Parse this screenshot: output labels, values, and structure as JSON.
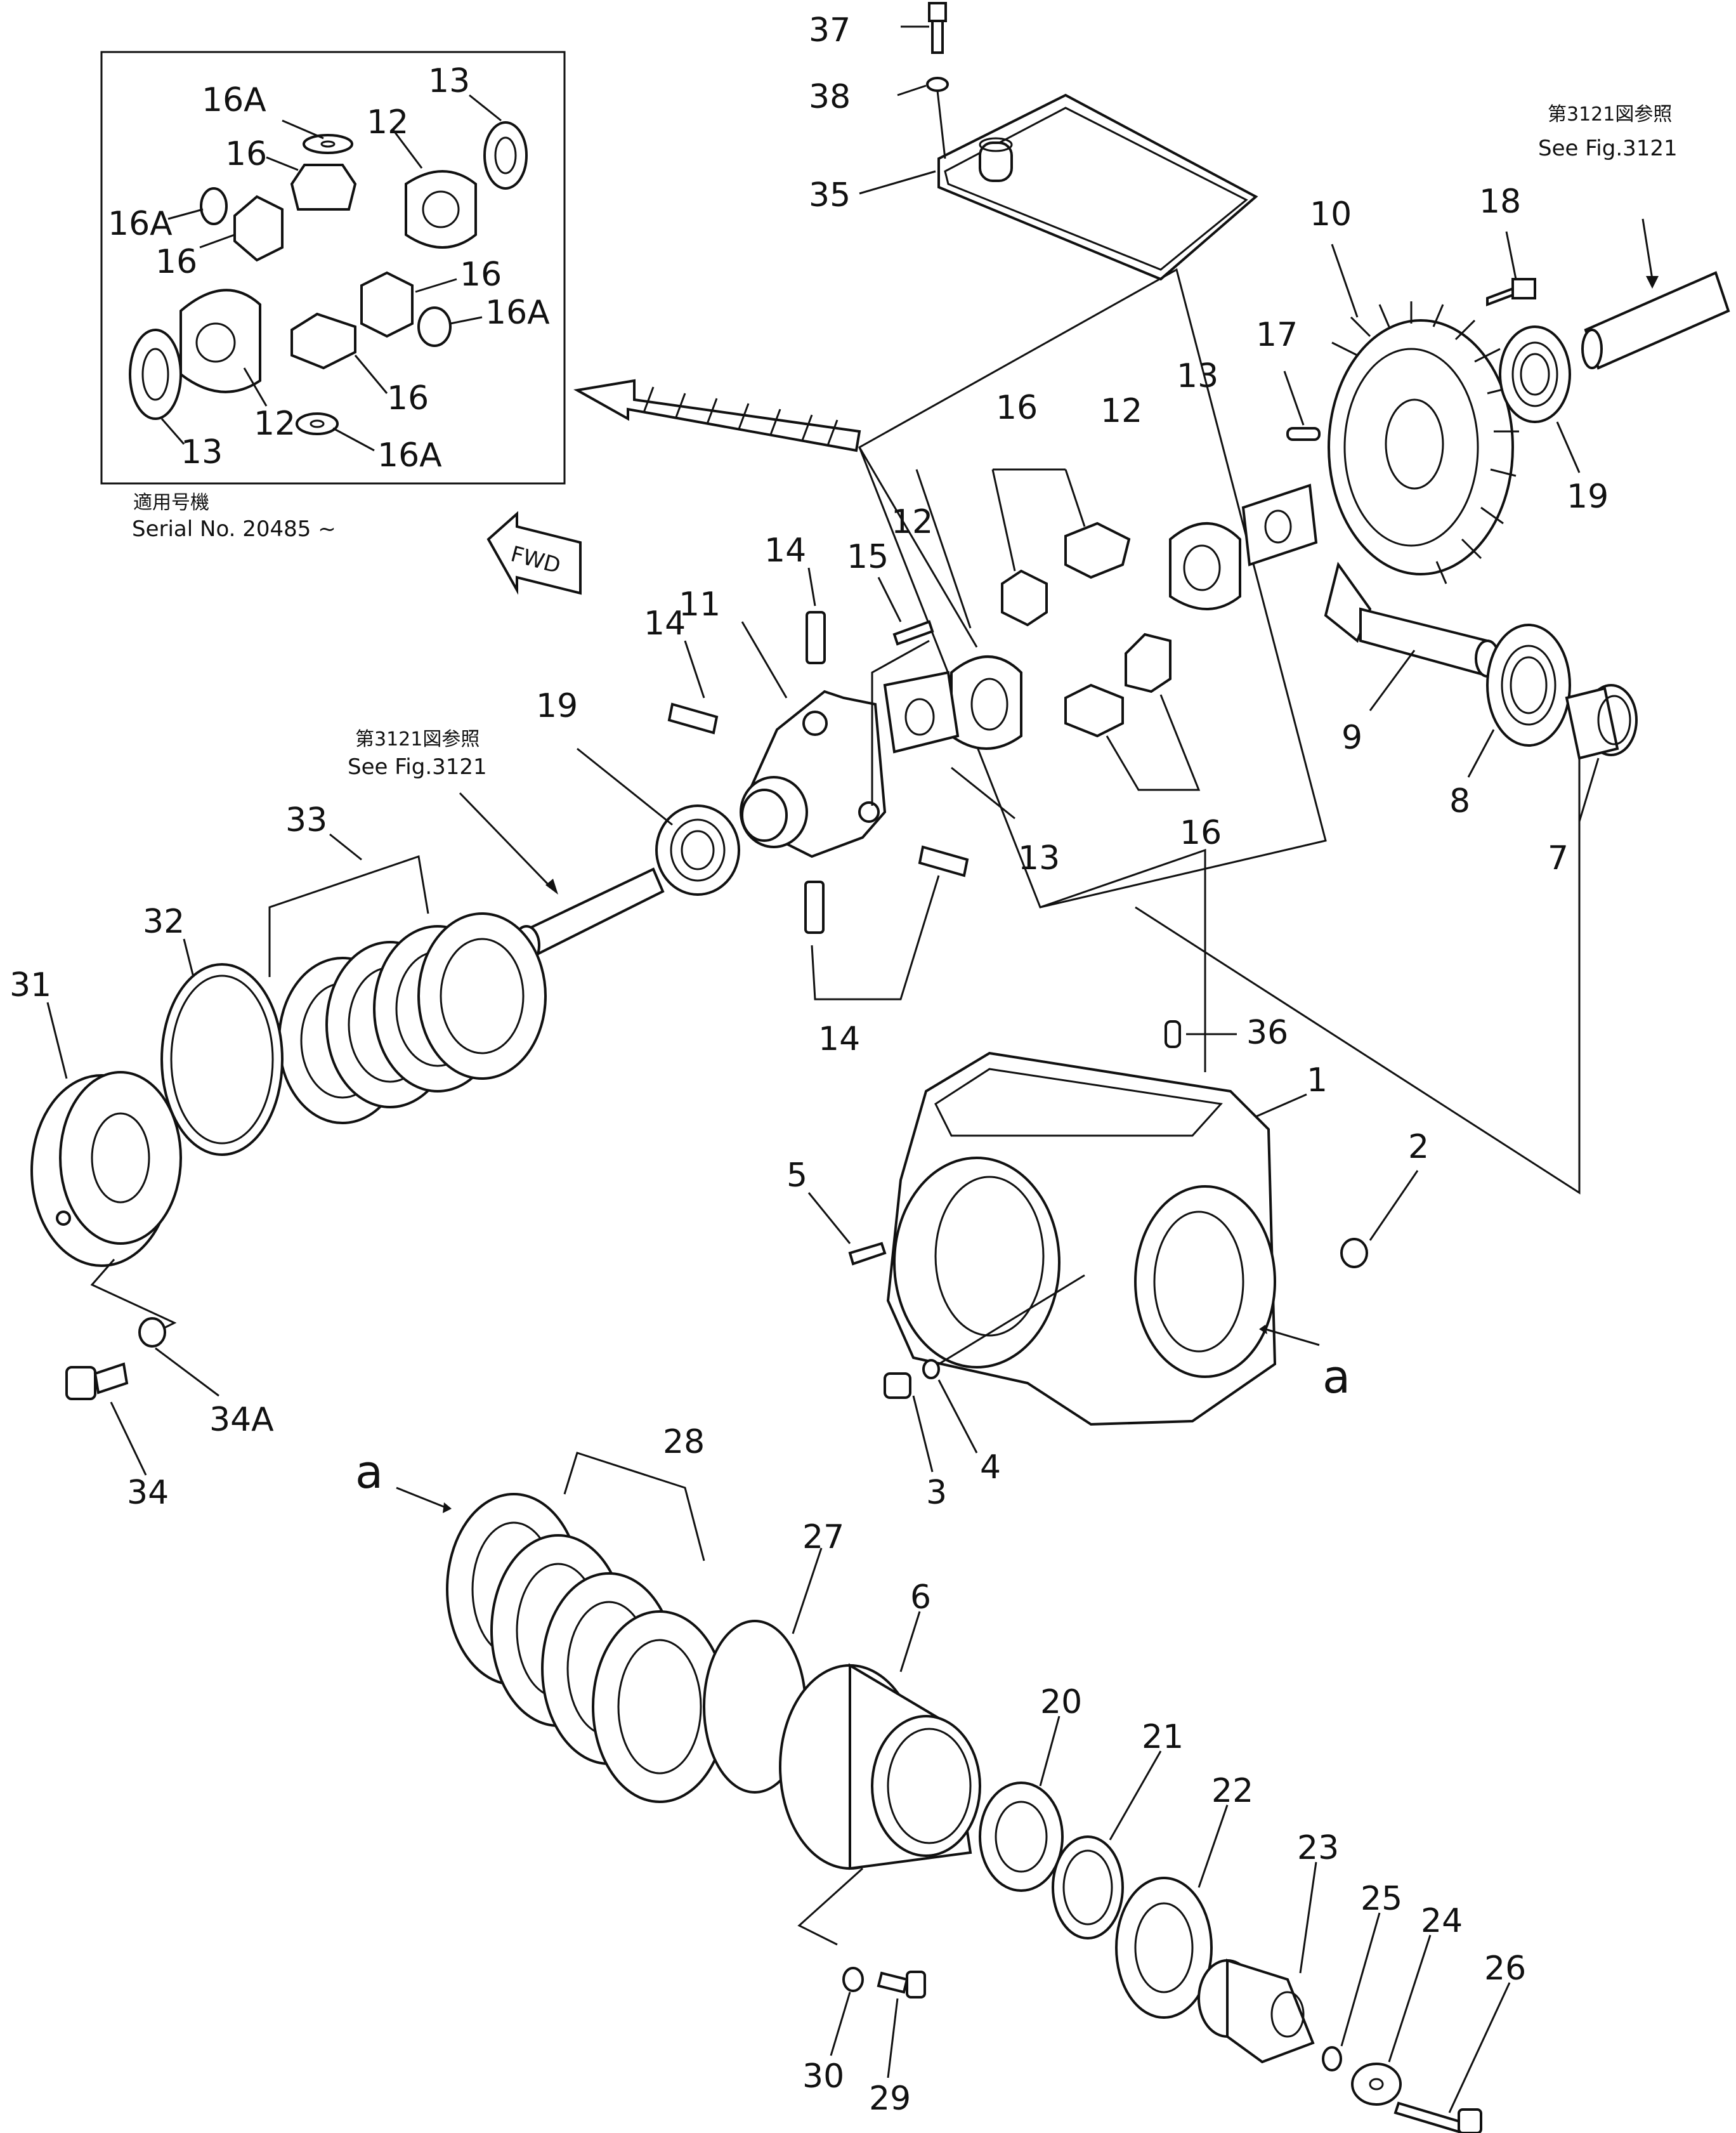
{
  "diagram": {
    "inset": {
      "labels": [
        "16A",
        "16",
        "12",
        "13",
        "16A",
        "16",
        "16",
        "16A",
        "16",
        "12",
        "13",
        "16A"
      ],
      "note_jp": "適用号機",
      "note_serial": "Serial No. 20485 ~"
    },
    "fwd_label": "FWD",
    "ref_top_jp": "第3121図参照",
    "ref_top_en": "See Fig.3121",
    "ref_mid_jp": "第3121図参照",
    "ref_mid_en": "See Fig.3121",
    "section_marker": "a",
    "part_numbers": {
      "p37": "37",
      "p38": "38",
      "p35": "35",
      "p10": "10",
      "p18": "18",
      "p17": "17",
      "p19a": "19",
      "p16a": "16",
      "p12a": "12",
      "p13a": "13",
      "p12b": "12",
      "p14a": "14",
      "p15": "15",
      "p11": "11",
      "p14b": "14",
      "p9": "9",
      "p8": "8",
      "p7": "7",
      "p16b": "16",
      "p13b": "13",
      "p19b": "19",
      "p33": "33",
      "p32": "32",
      "p31": "31",
      "p14c": "14",
      "p36": "36",
      "p1": "1",
      "p2": "2",
      "p5": "5",
      "p34A": "34A",
      "p34": "34",
      "p3": "3",
      "p4": "4",
      "p28": "28",
      "p27": "27",
      "p6": "6",
      "p20": "20",
      "p21": "21",
      "p22": "22",
      "p23": "23",
      "p25": "25",
      "p24": "24",
      "p26": "26",
      "p30": "30",
      "p29": "29"
    }
  }
}
